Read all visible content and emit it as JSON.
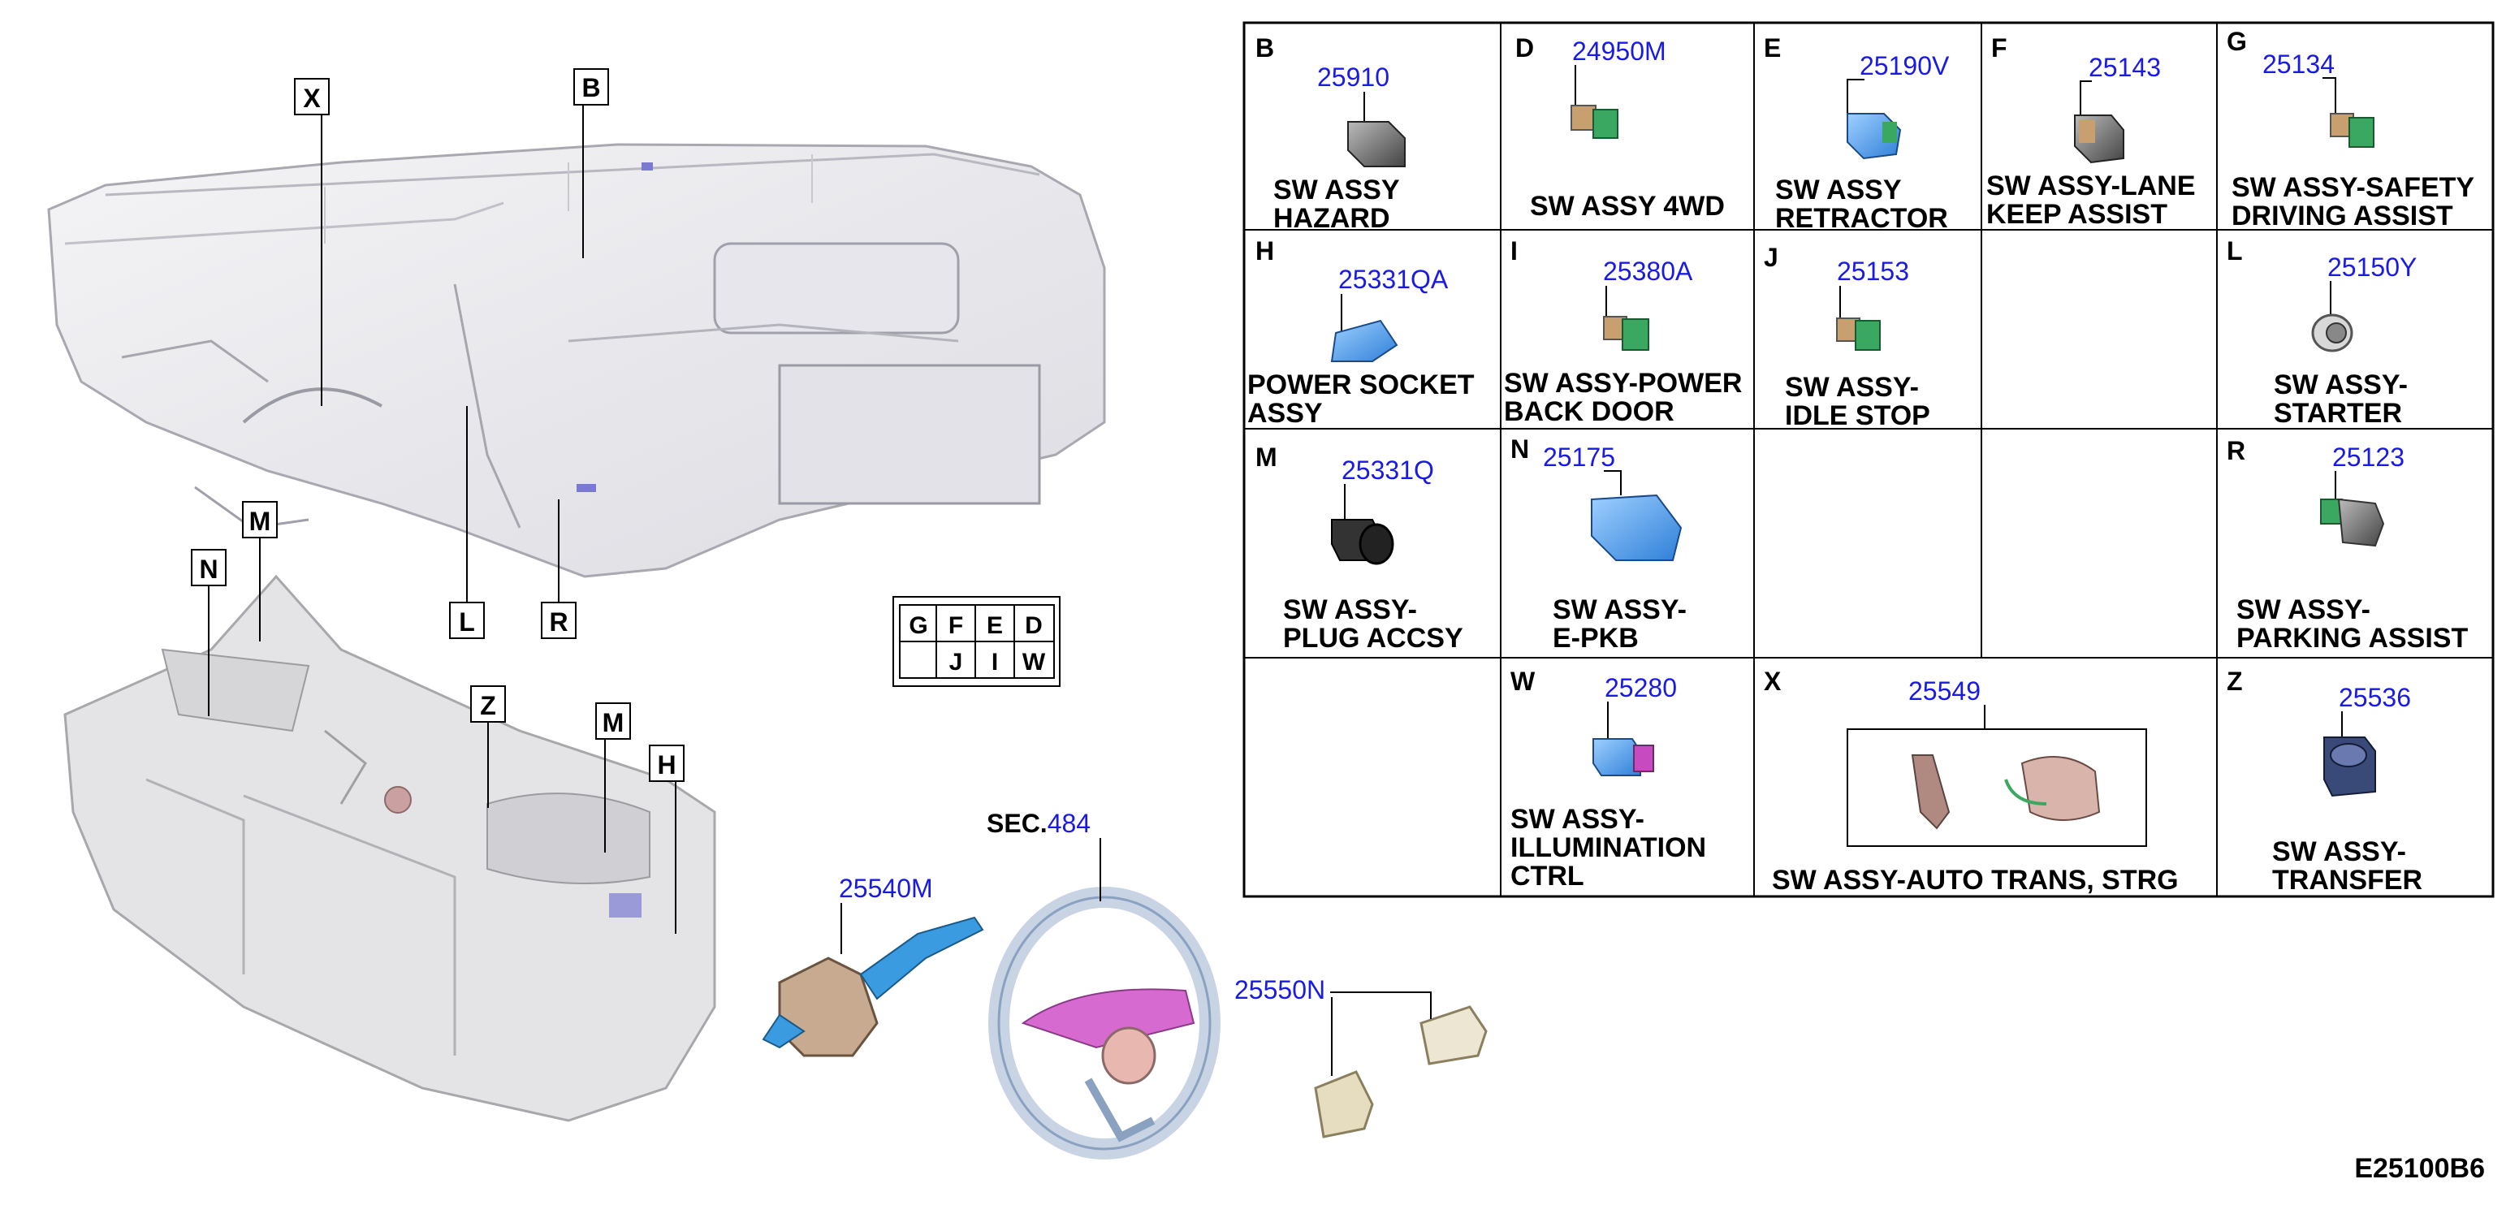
{
  "callouts": {
    "X": "X",
    "B": "B",
    "L": "L",
    "R": "R",
    "M1": "M",
    "N": "N",
    "Z": "Z",
    "M2": "M",
    "H": "H"
  },
  "mini_grid": {
    "row1": [
      "G",
      "F",
      "E",
      "D"
    ],
    "row2": [
      "",
      "J",
      "I",
      "W"
    ]
  },
  "sec": {
    "prefix": "SEC.",
    "number": "484"
  },
  "parts_outside": {
    "stalk": "25540M",
    "steering_sw": "25550N"
  },
  "footer_code": "E25100B6",
  "cells": {
    "B": {
      "letter": "B",
      "pn": "25910",
      "line1": "SW ASSY",
      "line2": "HAZARD"
    },
    "D": {
      "letter": "D",
      "pn": "24950M",
      "line1": "SW ASSY 4WD",
      "line2": ""
    },
    "E": {
      "letter": "E",
      "pn": "25190V",
      "line1": "SW ASSY",
      "line2": "RETRACTOR"
    },
    "F": {
      "letter": "F",
      "pn": "25143",
      "line1": "SW ASSY-LANE",
      "line2": "KEEP ASSIST"
    },
    "G": {
      "letter": "G",
      "pn": "25134",
      "line1": "SW ASSY-SAFETY",
      "line2": "DRIVING ASSIST"
    },
    "H": {
      "letter": "H",
      "pn": "25331QA",
      "line1": "POWER SOCKET",
      "line2": "ASSY"
    },
    "I": {
      "letter": "I",
      "pn": "25380A",
      "line1": "SW ASSY-POWER",
      "line2": "BACK DOOR"
    },
    "J": {
      "letter": "J",
      "pn": "25153",
      "line1": "SW ASSY-",
      "line2": "IDLE STOP"
    },
    "L": {
      "letter": "L",
      "pn": "25150Y",
      "line1": "SW ASSY-",
      "line2": "STARTER"
    },
    "M": {
      "letter": "M",
      "pn": "25331Q",
      "line1": "SW ASSY-",
      "line2": "PLUG ACCSY"
    },
    "N": {
      "letter": "N",
      "pn": "25175",
      "line1": "SW ASSY-",
      "line2": "E-PKB"
    },
    "R": {
      "letter": "R",
      "pn": "25123",
      "line1": "SW ASSY-",
      "line2": "PARKING ASSIST"
    },
    "W": {
      "letter": "W",
      "pn": "25280",
      "line1": "SW ASSY-",
      "line2": "ILLUMINATION",
      "line3": "CTRL"
    },
    "X": {
      "letter": "X",
      "pn": "25549",
      "line1": "SW ASSY-AUTO TRANS, STRG"
    },
    "Z": {
      "letter": "Z",
      "pn": "25536",
      "line1": "SW ASSY-",
      "line2": "TRANSFER"
    }
  }
}
